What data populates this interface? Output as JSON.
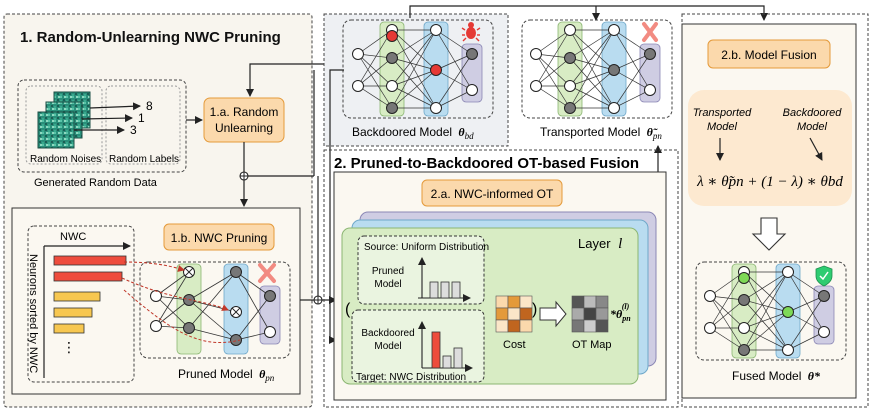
{
  "left_panel": {
    "title": "1. Random-Unlearning NWC Pruning",
    "random_noises_label": "Random Noises",
    "random_labels_label": "Random Labels",
    "label_values": [
      "8",
      "1",
      "3"
    ],
    "generated_data_label": "Generated Random Data",
    "step_1a_label_line1": "1.a. Random",
    "step_1a_label_line2": "Unlearning",
    "step_1b_label": "1.b. NWC Pruning",
    "nwc_label": "NWC",
    "neurons_sorted_label": "Neurons sorted by NWC",
    "pruned_model_label": "Pruned Model",
    "pruned_model_symbol": "θ",
    "pruned_model_sub": "pn"
  },
  "backdoored_model": {
    "label": "Backdoored Model",
    "symbol": "θ",
    "sub": "bd"
  },
  "transported_model": {
    "label": "Transported Model",
    "symbol": "θ̃",
    "sub": "pn"
  },
  "middle_panel": {
    "title": "2. Pruned-to-Backdoored OT-based Fusion",
    "step_2a_label": "2.a. NWC-informed OT",
    "layer_label": "Layer",
    "layer_symbol": "l",
    "source_label": "Source: Uniform Distribution",
    "pruned_line1": "Pruned",
    "pruned_line2": "Model",
    "backdoored_line1": "Backdoored",
    "backdoored_line2": "Model",
    "target_label": "Target: NWC Distribution",
    "cost_label": "Cost",
    "ot_map_label": "OT Map",
    "open_paren": "(",
    "close_paren": ")",
    "theta_expr": "*θ",
    "theta_sub": "pn",
    "theta_sup": "(l)"
  },
  "right_panel": {
    "step_2b_label": "2.b. Model Fusion",
    "transported_line1": "Transported",
    "transported_line2": "Model",
    "backdoored_line1": "Backdoored",
    "backdoored_line2": "Model",
    "formula": "λ ∗ θ̃pn + (1 − λ) ∗ θbd",
    "fused_model_label": "Fused Model",
    "fused_symbol": "θ*"
  },
  "colors": {
    "orange_box": "#fbd9ac",
    "orange_border": "#e49a3a",
    "peach_bg": "#fde9d0",
    "panel_bg": "#f8f5ee",
    "green_layer": "#d8ecc4",
    "blue_layer": "#b9dcf0",
    "purple_layer": "#cfcde3",
    "red": "#e74c3c",
    "green_node": "#7ed957"
  }
}
